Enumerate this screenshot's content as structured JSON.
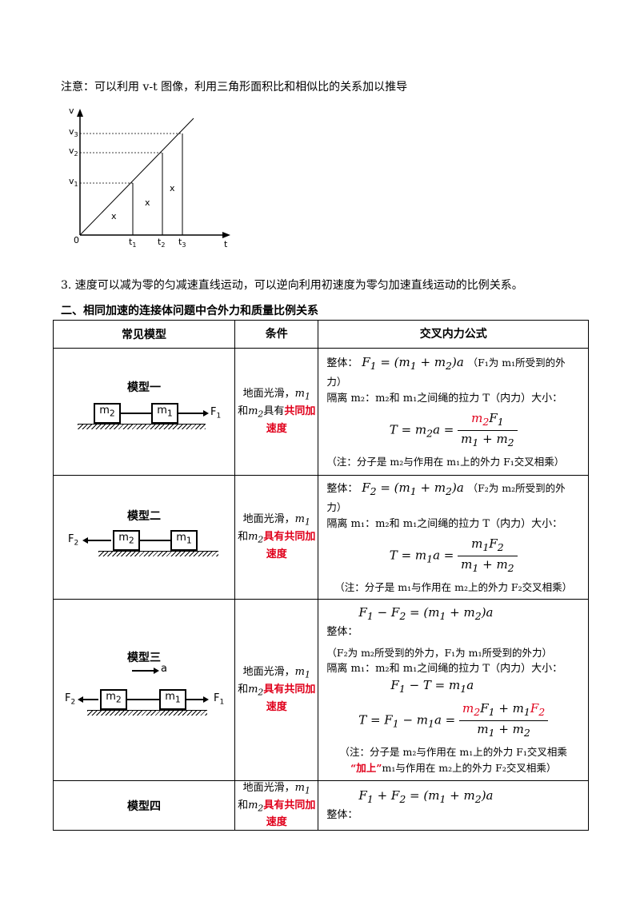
{
  "note": "注意：可以利用 v-t 图像，利用三角形面积比和相似比的关系加以推导",
  "vt_graph": {
    "y_axis": "v",
    "x_axis": "t",
    "origin": "0",
    "v_labels": [
      "v",
      "v",
      "v"
    ],
    "v_subs": [
      "3",
      "2",
      "1"
    ],
    "t_labels": [
      "t",
      "t",
      "t"
    ],
    "t_subs": [
      "1",
      "2",
      "3"
    ],
    "area_labels": [
      "x",
      "x",
      "x"
    ]
  },
  "point3": "3.  速度可以减为零的匀减速直线运动，可以逆向利用初速度为零匀加速直线运动的比例关系。",
  "heading": "二、相同加速的连接体问题中合外力和质量比例关系",
  "table": {
    "headers": [
      "常见模型",
      "条件",
      "交叉内力公式"
    ],
    "rows": [
      {
        "model": "模型一",
        "cond_a": "地面光滑，",
        "cond_b": "和",
        "cond_c": "具有",
        "cond_red": "共同加速度",
        "f_whole_label": "整体：",
        "f_whole_note": "（F₁为 m₁所受到的外力）",
        "f_iso": "隔离 m₂：m₂和 m₁之间绳的拉力 T（内力）大小：",
        "f_note": "（注：分子是 m₂与作用在 m₁上的外力 F₁交叉相乘）"
      },
      {
        "model": "模型二",
        "cond_a": "地面光滑，",
        "cond_b": "和",
        "cond_red": "具有共同加速度",
        "f_whole_label": "整体：",
        "f_whole_note": "（F₂为 m₂所受到的外力）",
        "f_iso": "隔离 m₁：m₂和 m₁之间绳的拉力 T（内力）大小：",
        "f_note": "（注：分子是 m₁与作用在 m₂上的外力 F₂交叉相乘）"
      },
      {
        "model": "模型三",
        "accel_label": "a",
        "cond_a": "地面光滑，",
        "cond_b": "和",
        "cond_red": "具有共同加速度",
        "f_whole_label": "整体：",
        "f_note1": "（F₂为 m₂所受到的外力，F₁为 m₁所受到的外力）",
        "f_iso": "隔离 m₁：m₂和 m₁之间绳的拉力 T（内力）大小：",
        "f_note2a": "（注：分子是 m₂与作用在 m₁上的外力 F₁交叉相乘",
        "f_note2_red": "“加上”",
        "f_note2b": "m₁与作用在 m₂上的外力 F₂交叉相乘）"
      },
      {
        "model": "模型四",
        "cond_a": "地面光滑，",
        "cond_b": "和",
        "cond_red": "具有共同加速度",
        "f_whole_label": "整体："
      }
    ]
  }
}
